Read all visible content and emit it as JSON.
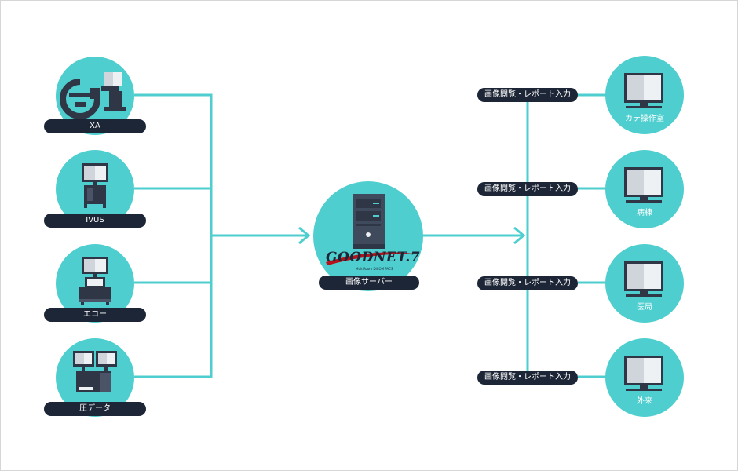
{
  "sources": [
    {
      "label": "XA",
      "icon": "xa-angiography-icon"
    },
    {
      "label": "IVUS",
      "icon": "ivus-cart-icon"
    },
    {
      "label": "エコー",
      "icon": "echo-ultrasound-icon"
    },
    {
      "label": "圧データ",
      "icon": "pressure-data-workstation-icon"
    }
  ],
  "server": {
    "logo_text": "GOODNET.7",
    "logo_subtitle": "MultiRoom DICOM PACS",
    "label": "画像サーバー",
    "icon": "server-tower-icon"
  },
  "destinations": [
    {
      "function_label": "画像閲覧・レポート入力",
      "caption": "カテ操作室",
      "icon": "monitor-icon"
    },
    {
      "function_label": "画像閲覧・レポート入力",
      "caption": "病棟",
      "icon": "monitor-icon"
    },
    {
      "function_label": "画像閲覧・レポート入力",
      "caption": "医局",
      "icon": "monitor-icon"
    },
    {
      "function_label": "画像閲覧・レポート入力",
      "caption": "外来",
      "icon": "monitor-icon"
    }
  ],
  "colors": {
    "teal": "#4ecece",
    "navy": "#1d2636",
    "logo_red": "#b5121b"
  }
}
